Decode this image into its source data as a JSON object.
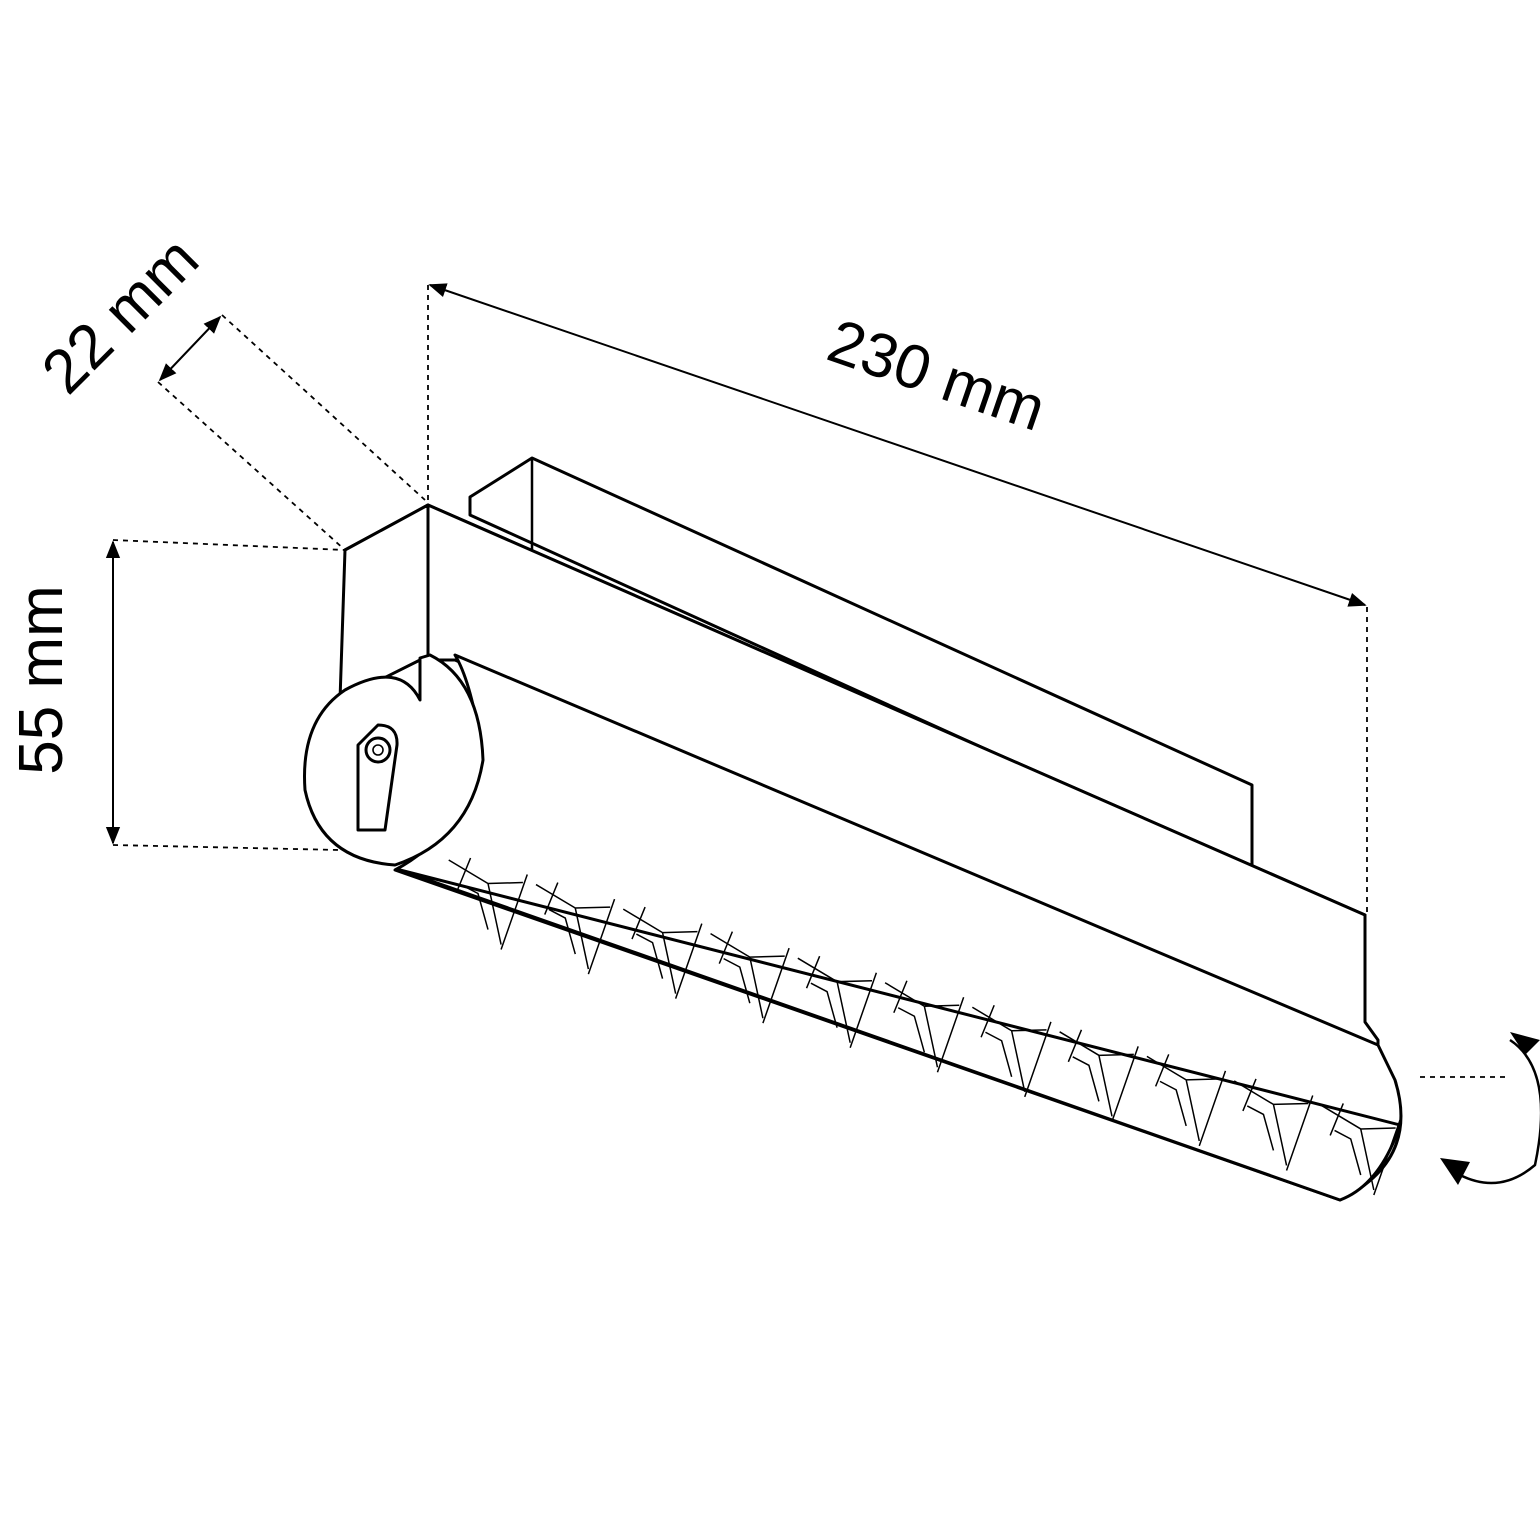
{
  "dimensions": {
    "depth": "22 mm",
    "length": "230 mm",
    "height": "55 mm"
  },
  "lens_cell_count": 11,
  "line_color": "#000000",
  "background_color": "#ffffff"
}
